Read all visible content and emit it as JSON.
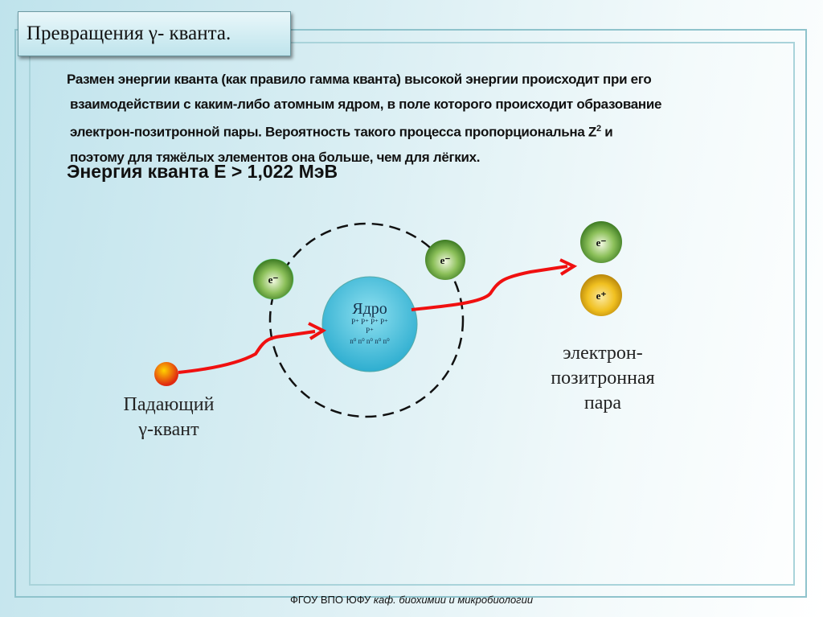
{
  "title": "Превращения γ- кванта.",
  "paragraph": [
    "Размен энергии кванта (как правило гамма кванта) высокой энергии происходит при его",
    "взаимодействии с каким-либо атомным ядром, в поле которого происходит образование",
    "электрон-позитронной пары.  Вероятность такого процесса пропорциональна Z",
    "поэтому для тяжёлых элементов она больше, чем для лёгких."
  ],
  "z_power": "2",
  "z_tail": " и",
  "energy": "Энергия кванта Е > 1,022 МэВ",
  "diagram": {
    "nucleus_label": "Ядро",
    "protons_row1": "P⁺ P⁺ P⁺ P⁺",
    "protons_row2": "P⁺",
    "neutrons": "n⁰ n⁰ n⁰ n⁰ n⁰",
    "electron": "e⁻",
    "positron": "e⁺",
    "incident_label": [
      "Падающий",
      "γ-квант"
    ],
    "pair_label": [
      "электрон-",
      "позитронная",
      "пара"
    ]
  },
  "footer": {
    "org": "ФГОУ ВПО ЮФУ ",
    "dept": "каф. биохимии и микробиологии"
  }
}
